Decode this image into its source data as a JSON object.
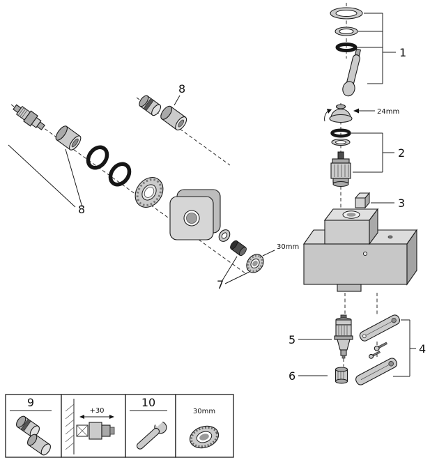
{
  "diagram": {
    "type": "exploded-parts-diagram",
    "callouts": {
      "c1": "1",
      "c2": "2",
      "c3": "3",
      "c4": "4",
      "c5": "5",
      "c6": "6",
      "c7": "7",
      "c8_top": "8",
      "c8_left": "8",
      "c9": "9",
      "c10": "10"
    },
    "dims": {
      "cap_size": "24mm",
      "nut_size": "30mm",
      "install_offset": "+30",
      "legend_nut_size": "30mm"
    },
    "colors": {
      "line": "#1b1b1b",
      "metal": "#cbcbcb",
      "rubber": "#161616",
      "background": "#ffffff"
    }
  }
}
